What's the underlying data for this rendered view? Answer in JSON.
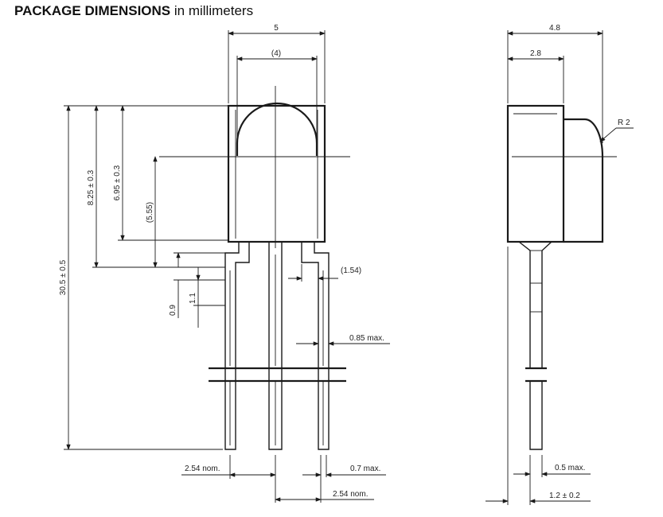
{
  "title": {
    "bold": "PACKAGE DIMENSIONS",
    "unit": "in millimeters"
  },
  "front_view": {
    "width_total": "5",
    "width_lens": "(4)",
    "height_lens_center": "8.25 ± 0.3",
    "height_body": "6.95 ± 0.3",
    "height_window": "(5.55)",
    "overall_length": "30.5 ± 0.5",
    "lead_step_1": "0.9",
    "lead_step_2": "1.1",
    "lead_bend_offset": "(1.54)",
    "lead_width_max": "0.85 max.",
    "pitch_left": "2.54 nom.",
    "lead_thickness_max": "0.7 max.",
    "pitch_right": "2.54 nom."
  },
  "side_view": {
    "depth_total": "4.8",
    "depth_body": "2.8",
    "radius": "R 2",
    "lead_thickness_max": "0.5 max.",
    "lead_offset": "1.2 ± 0.2"
  }
}
